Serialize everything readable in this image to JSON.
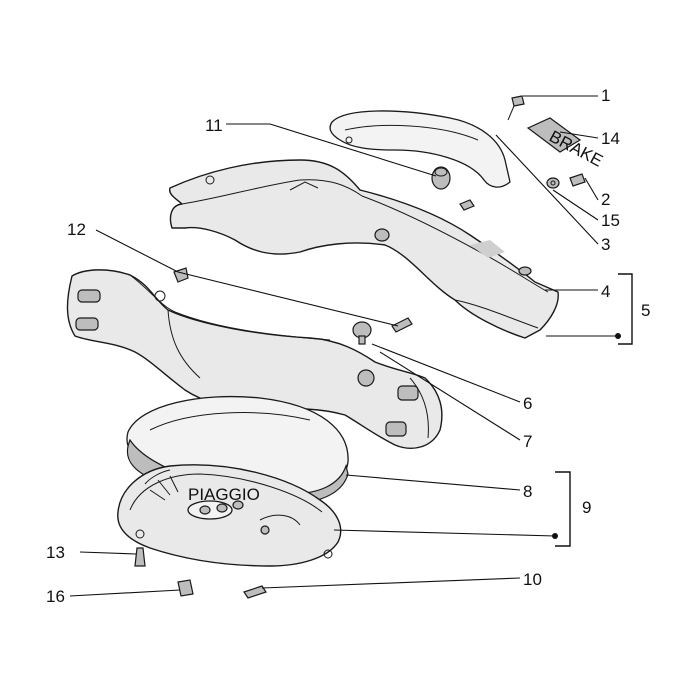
{
  "callouts": [
    {
      "id": "c1",
      "label": "1"
    },
    {
      "id": "c2",
      "label": "2"
    },
    {
      "id": "c3",
      "label": "3"
    },
    {
      "id": "c4",
      "label": "4"
    },
    {
      "id": "c5",
      "label": "5"
    },
    {
      "id": "c6",
      "label": "6"
    },
    {
      "id": "c7",
      "label": "7"
    },
    {
      "id": "c8",
      "label": "8"
    },
    {
      "id": "c9",
      "label": "9"
    },
    {
      "id": "c10",
      "label": "10"
    },
    {
      "id": "c11",
      "label": "11"
    },
    {
      "id": "c12",
      "label": "12"
    },
    {
      "id": "c13",
      "label": "13"
    },
    {
      "id": "c14",
      "label": "14"
    },
    {
      "id": "c15",
      "label": "15"
    },
    {
      "id": "c16",
      "label": "16"
    }
  ],
  "badge_text": "BRAKE",
  "dial_brand": "PIAGGIO",
  "colors": {
    "line": "#1a1a1a",
    "fill": "#e9e9e9",
    "background": "#ffffff"
  }
}
